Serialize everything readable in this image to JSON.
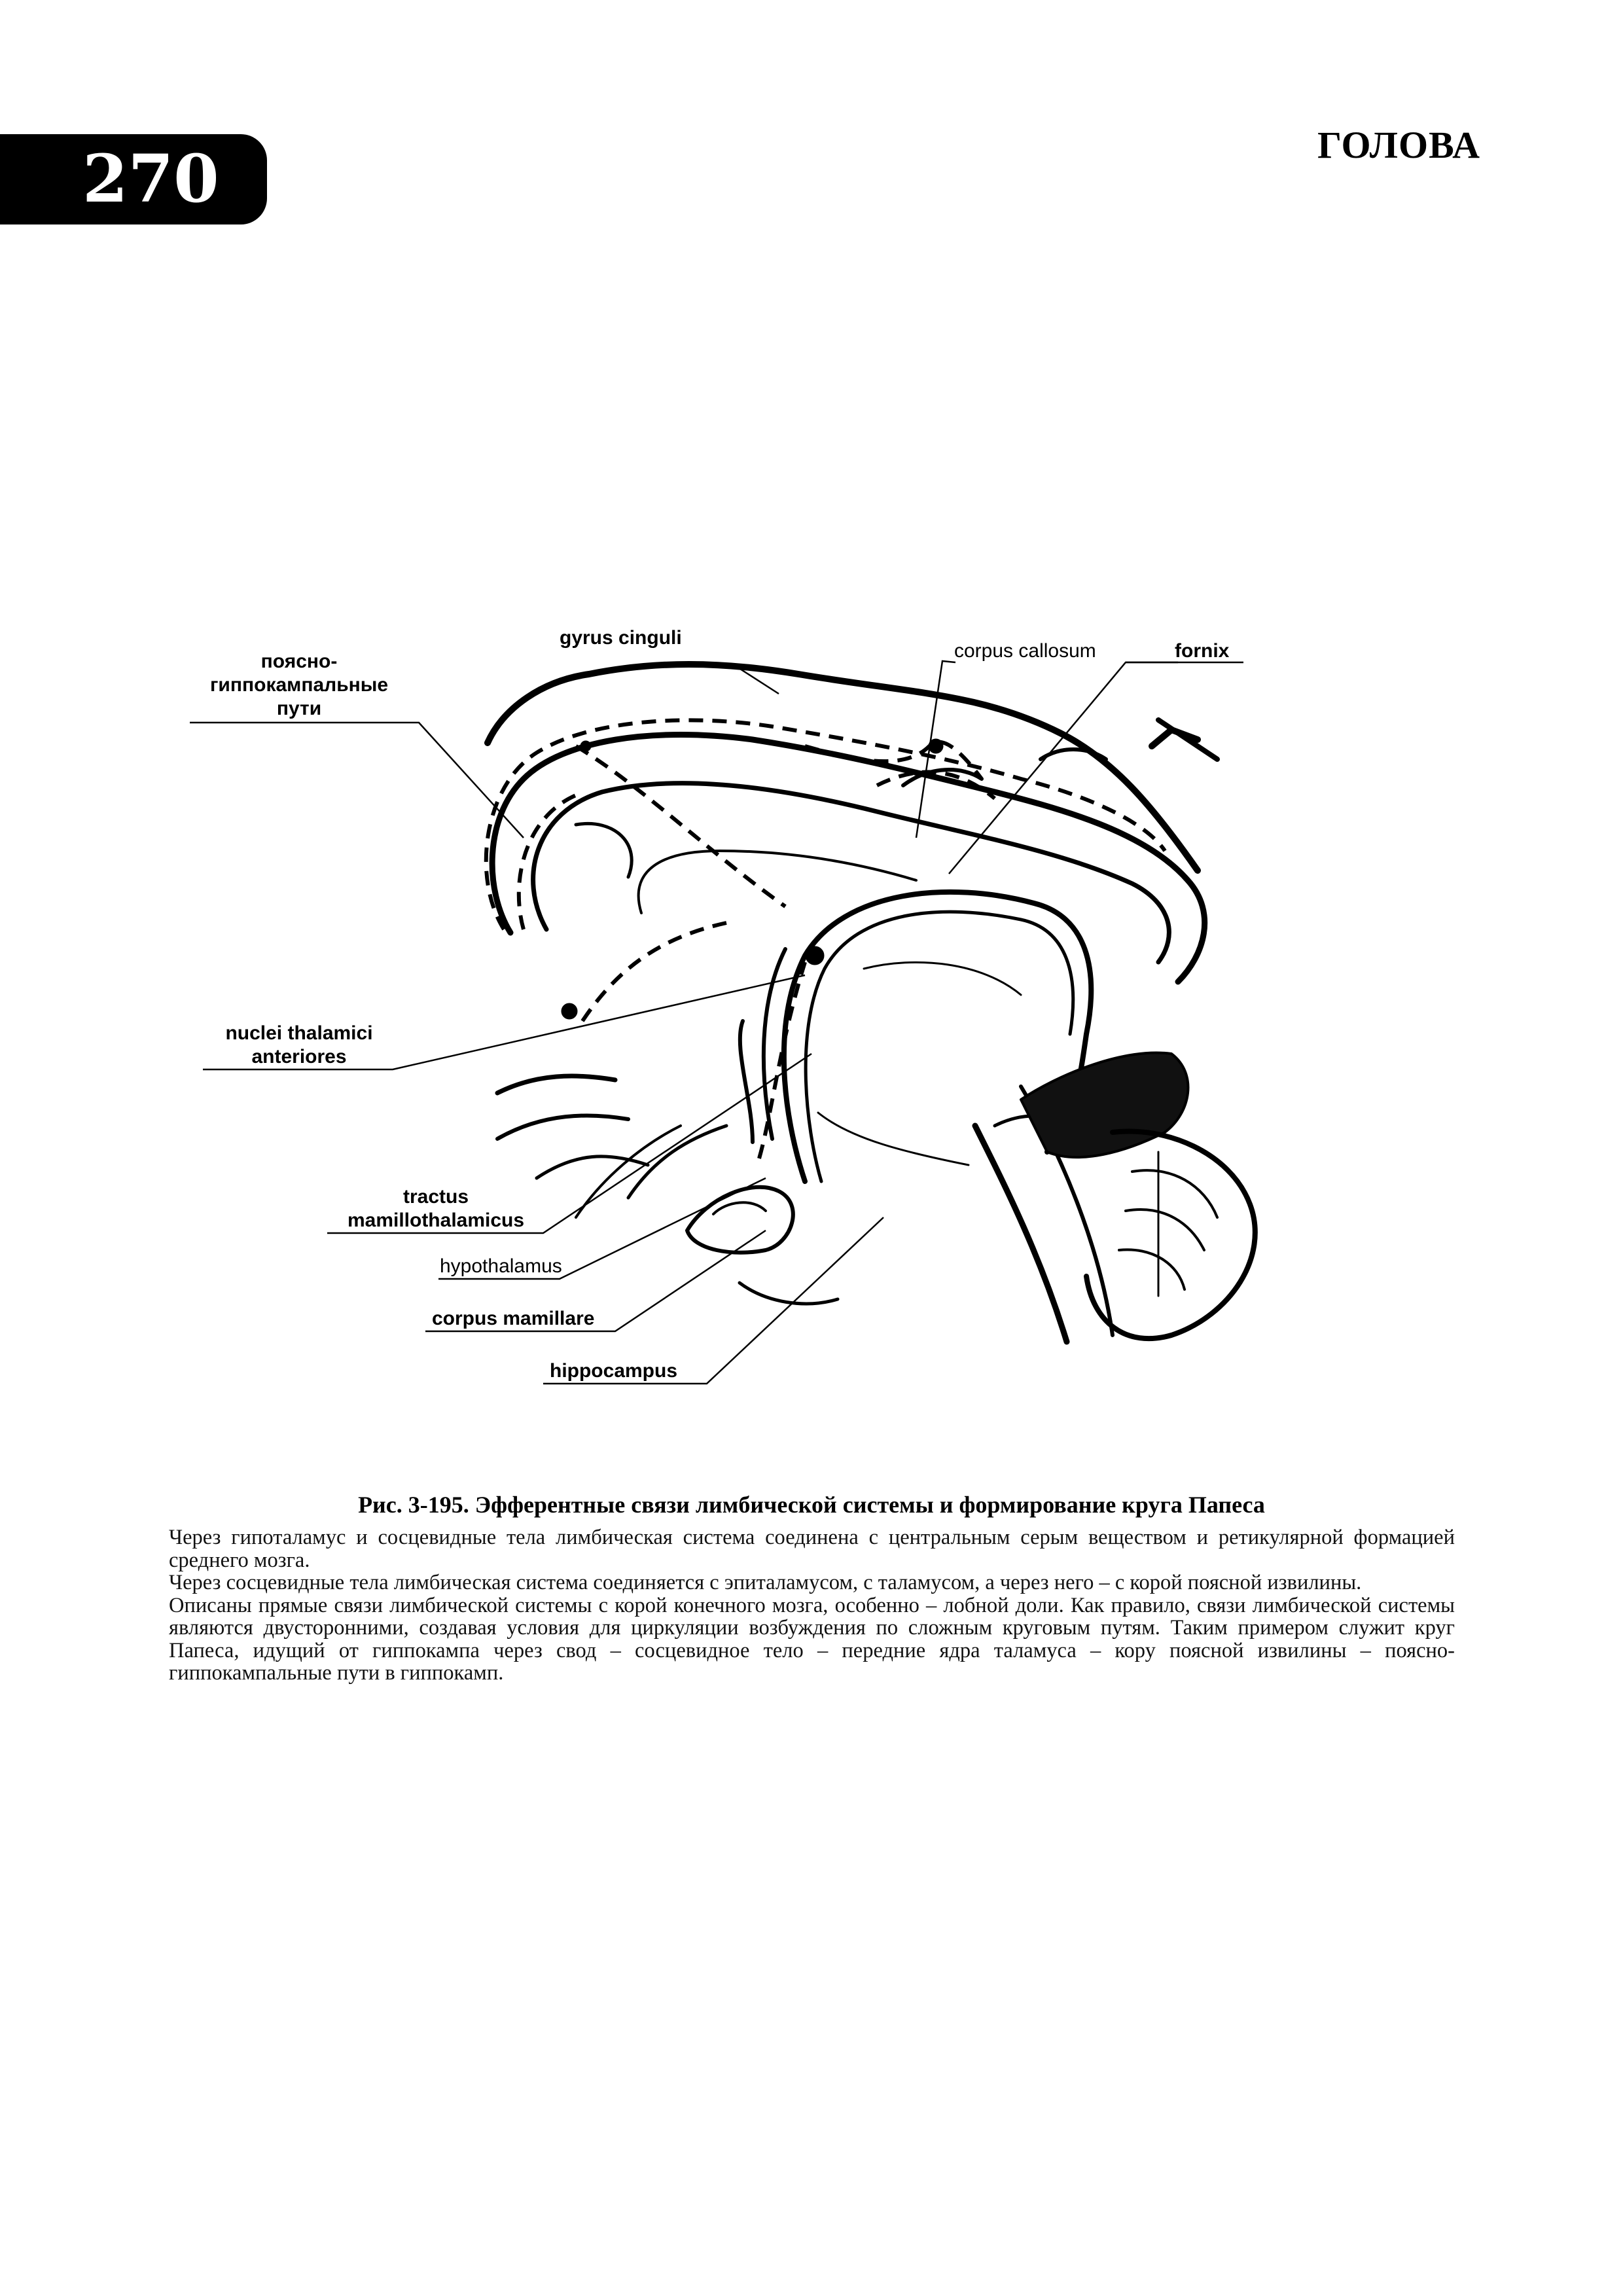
{
  "page": {
    "number": "270",
    "section": "ГОЛОВА"
  },
  "figure": {
    "labels": {
      "gyrus_cinguli": "gyrus cinguli",
      "corpus_callosum": "corpus callosum",
      "fornix": "fornix",
      "cingulo_hippocampal_1": "поясно-",
      "cingulo_hippocampal_2": "гиппокампальные",
      "cingulo_hippocampal_3": "пути",
      "nuclei_thalamici_1": "nuclei thalamici",
      "nuclei_thalamici_2": "anteriores",
      "tractus_1": "tractus",
      "tractus_2": "mamillothalamicus",
      "hypothalamus": "hypothalamus",
      "corpus_mamillare": "corpus mamillare",
      "hippocampus": "hippocampus"
    },
    "caption": "Рис. 3-195. Эфферентные связи лимбической системы и формирование круга Папеса"
  },
  "text": {
    "paragraphs": [
      "Через гипоталамус и сосцевидные тела лимбическая система соединена с центральным серым веществом и ретикулярной формацией среднего мозга.",
      "Через сосцевидные тела лимбическая система соединяется с эпиталамусом, с таламусом, а через него – с корой поясной извилины.",
      "Описаны прямые связи лимбической системы с корой конечного мозга, особенно – лобной доли. Как правило, связи лимбической системы являются двусторонними, создавая условия для циркуляции возбуждения по сложным круговым путям. Таким примером служит круг Папеса, идущий от гиппокампа через свод – сосцевидное тело – передние ядра таламуса – кору поясной извилины – поясно-гиппокампальные пути в гиппокамп."
    ]
  }
}
